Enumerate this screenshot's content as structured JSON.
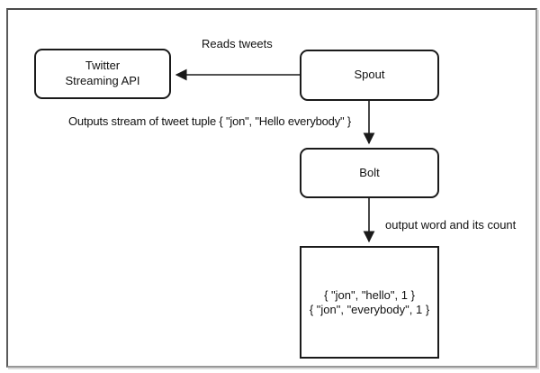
{
  "diagram": {
    "kind": "storm-topology-flow",
    "nodes": {
      "twitter": {
        "line1": "Twitter",
        "line2": "Streaming API"
      },
      "spout": {
        "label": "Spout"
      },
      "bolt": {
        "label": "Bolt"
      },
      "tuples": {
        "line1": "{ \"jon\", \"hello\", 1 }",
        "line2": "{ \"jon\", \"everybody\", 1 }"
      }
    },
    "edge_labels": {
      "reads_tweets": "Reads tweets",
      "outputs_stream": "Outputs stream of tweet tuple { \"jon\", \"Hello everybody\" }",
      "output_word_count": "output word and its count"
    },
    "colors": {
      "background": "#ffffff",
      "line": "#1a1a1a",
      "text": "#111111",
      "frame_dark": "#4a4a4a",
      "frame_light": "#979797"
    }
  }
}
